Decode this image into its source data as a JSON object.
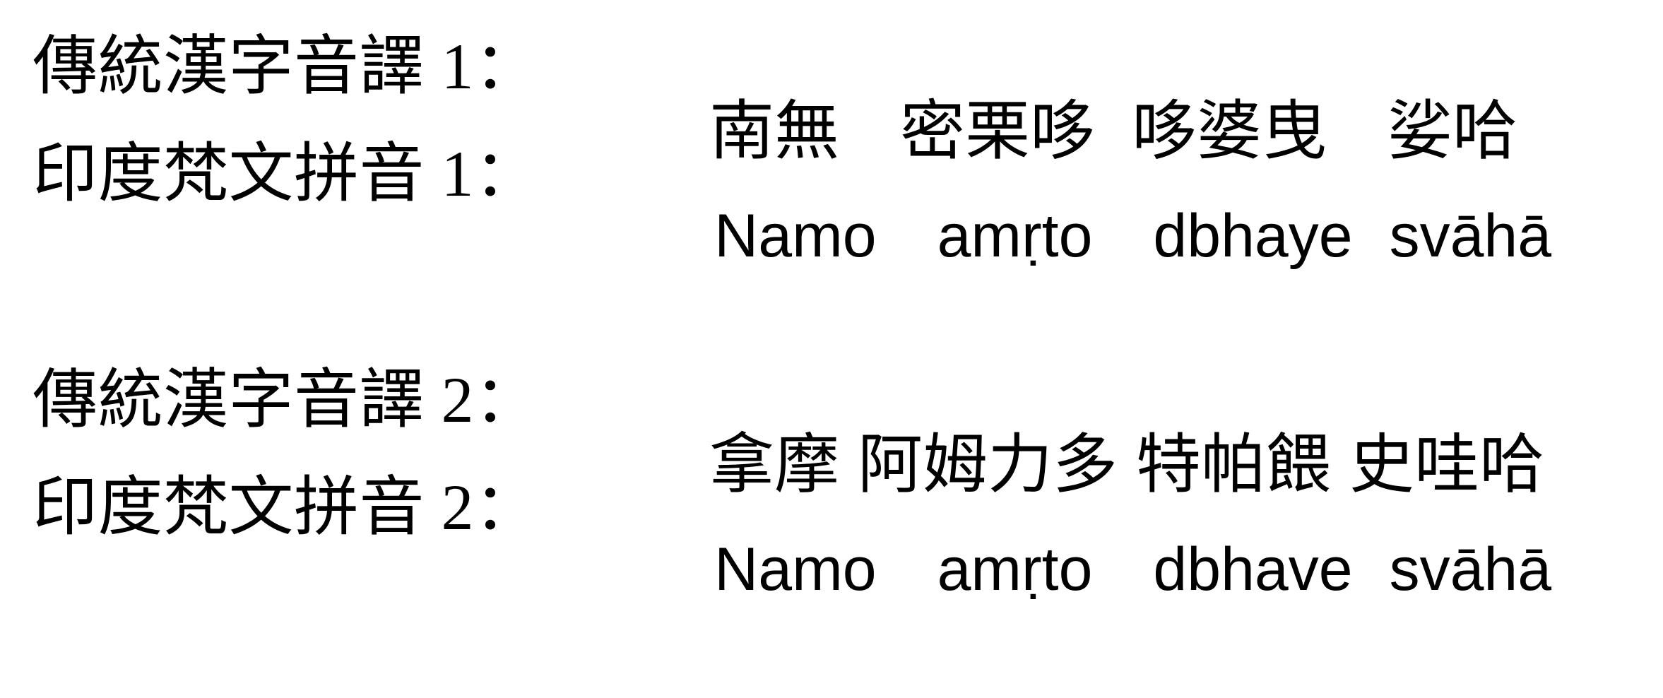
{
  "document": {
    "background_color": "#ffffff",
    "text_color": "#000000",
    "blocks": [
      {
        "id": "block-1",
        "lines": [
          {
            "id": "han-1",
            "label": "傳統漢字音譯 1：",
            "script": "traditional-chinese",
            "segments": [
              "南無",
              "密栗哆",
              "哆婆曳",
              "娑哈"
            ],
            "full_text": "傳統漢字音譯 1： 南無　密栗哆　哆婆曳　　娑哈"
          },
          {
            "id": "latin-1",
            "label": "印度梵文拼音 1：",
            "script": "sanskrit-iast",
            "segments": [
              "Namo",
              "amṛto",
              "dbhaye",
              "svāhā"
            ],
            "full_text": "印度梵文拼音 1： Namo　amṛto　dbhaye　svāhā"
          }
        ]
      },
      {
        "id": "block-2",
        "lines": [
          {
            "id": "han-2",
            "label": "傳統漢字音譯 2：",
            "script": "traditional-chinese",
            "segments": [
              "拿摩",
              "阿姆力多",
              "特帕餵",
              "史哇哈"
            ],
            "full_text": "傳統漢字音譯 2： 拿摩 阿姆力多 特帕餵 史哇哈"
          },
          {
            "id": "latin-2",
            "label": "印度梵文拼音 2：",
            "script": "sanskrit-iast",
            "segments": [
              "Namo",
              "amṛto",
              "dbhave",
              "svāhā"
            ],
            "full_text": "印度梵文拼音 2： Namo　amṛto　dbhave　svāhā"
          }
        ]
      }
    ]
  }
}
